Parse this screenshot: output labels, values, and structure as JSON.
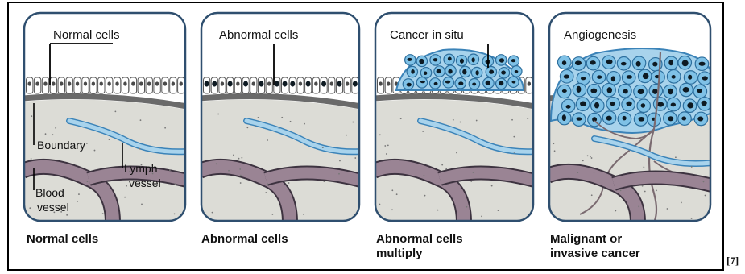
{
  "panels": [
    {
      "id": "normal",
      "top_label": "Normal cells",
      "caption": [
        "Normal cells"
      ],
      "side_labels": {
        "boundary": "Boundary",
        "lymph": [
          "Lymph",
          "vessel"
        ],
        "blood": [
          "Blood",
          "vessel"
        ]
      }
    },
    {
      "id": "abnormal",
      "top_label": "Abnormal cells",
      "caption": [
        "Abnormal cells"
      ]
    },
    {
      "id": "in-situ",
      "top_label": "Cancer in situ",
      "caption": [
        "Abnormal cells",
        "multiply"
      ]
    },
    {
      "id": "invasive",
      "top_label": "Angiogenesis",
      "caption": [
        "Malignant or",
        "invasive cancer"
      ]
    }
  ],
  "citation": "[7]",
  "colors": {
    "panel_border": "#2f4f6f",
    "tissue": "#dcdcd6",
    "membrane": "#6a6a6a",
    "lymph": "#a8d3ec",
    "blood": "#9a8494",
    "cancer_cell": "#7fc1e6",
    "nucleus": "#0e1a22"
  }
}
